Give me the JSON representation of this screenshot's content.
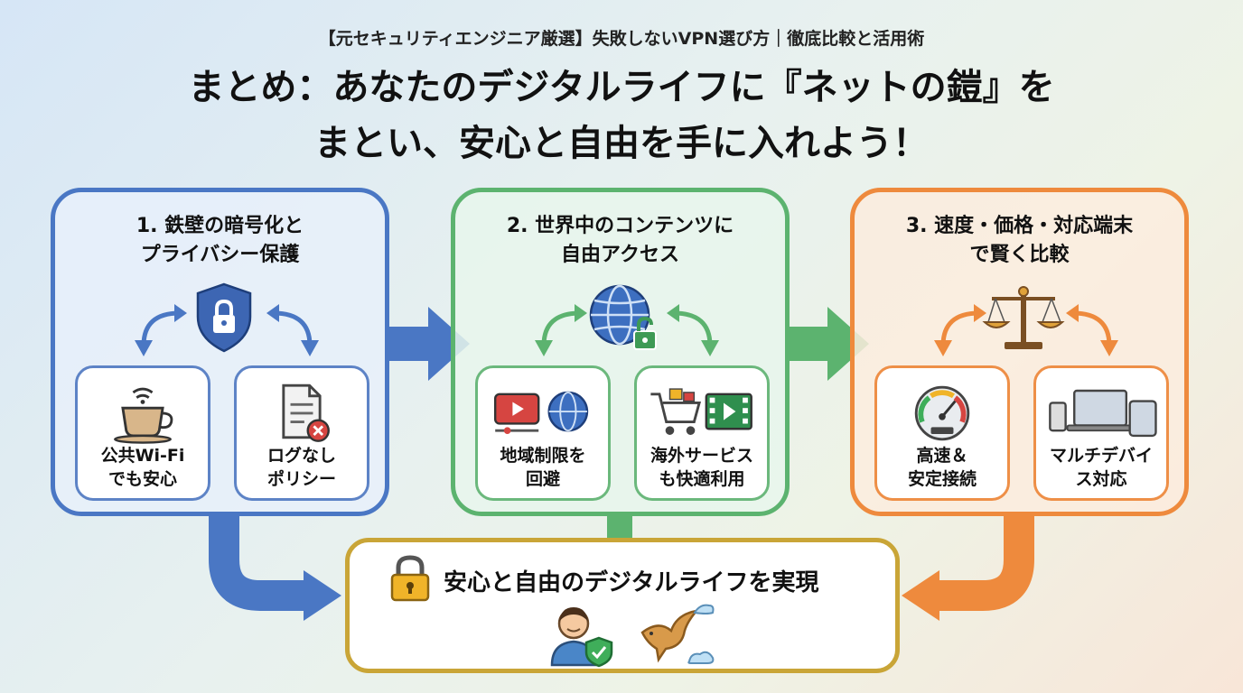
{
  "header": {
    "subtitle": "【元セキュリティエンジニア厳選】失敗しないVPN選び方｜徹底比較と活用術",
    "title_line1": "まとめ：あなたのデジタルライフに『ネットの鎧』を",
    "title_line2": "まとい、安心と自由を手に入れよう！"
  },
  "panels": [
    {
      "title_line1": "1. 鉄壁の暗号化と",
      "title_line2": "プライバシー保護",
      "color": "#4a77c4",
      "center_icon": "shield-lock-icon",
      "cards": [
        {
          "icon": "coffee-wifi-icon",
          "line1": "公共Wi-Fi",
          "line2": "でも安心"
        },
        {
          "icon": "no-log-document-icon",
          "line1": "ログなし",
          "line2": "ポリシー"
        }
      ]
    },
    {
      "title_line1": "2. 世界中のコンテンツに",
      "title_line2": "自由アクセス",
      "color": "#5cb36f",
      "center_icon": "globe-unlock-icon",
      "cards": [
        {
          "icon": "video-globe-icon",
          "line1": "地域制限を",
          "line2": "回避"
        },
        {
          "icon": "cart-film-icon",
          "line1": "海外サービス",
          "line2": "も快適利用"
        }
      ]
    },
    {
      "title_line1": "3. 速度・価格・対応端末",
      "title_line2": "で賢く比較",
      "color": "#ee8a3d",
      "center_icon": "balance-scale-icon",
      "cards": [
        {
          "icon": "speedometer-icon",
          "line1": "高速＆",
          "line2": "安定接続"
        },
        {
          "icon": "multi-device-icon",
          "line1": "マルチデバイ",
          "line2": "ス対応"
        }
      ]
    }
  ],
  "result": {
    "title": "安心と自由のデジタルライフを実現",
    "color": "#c9a537",
    "icons": [
      "padlock-icon",
      "person-shield-icon",
      "bird-clouds-icon"
    ]
  }
}
